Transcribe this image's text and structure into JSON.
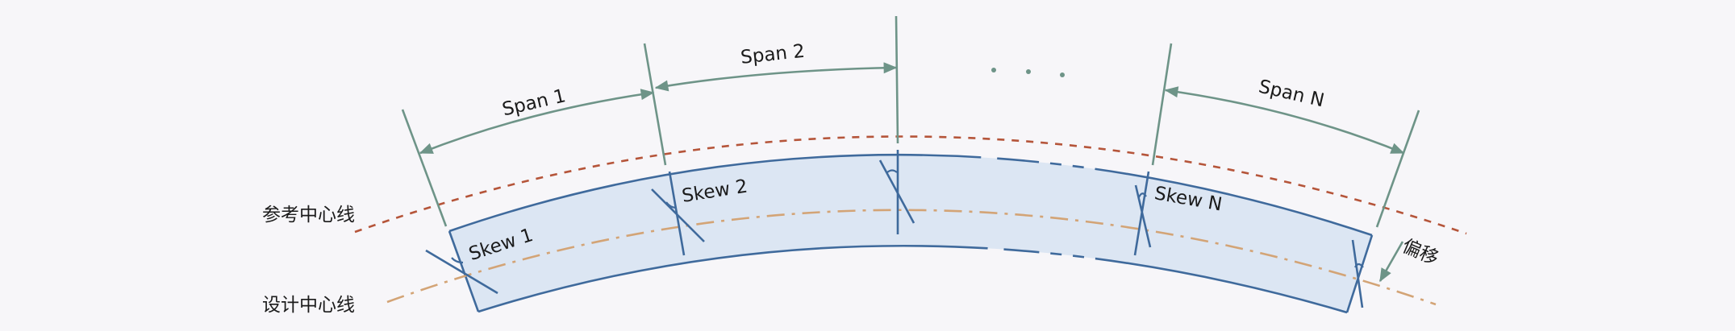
{
  "labels": {
    "reference_centerline": "参考中心线",
    "design_centerline": "设计中心线",
    "offset": "偏移",
    "span_1": "Span 1",
    "span_2": "Span 2",
    "span_n": "Span N",
    "skew_1": "Skew 1",
    "skew_2": "Skew 2",
    "skew_n": "Skew N"
  },
  "colors": {
    "background": "#f7f6f9",
    "deck_fill": "#dce6f3",
    "deck_outline": "#3f6a9c",
    "reference_line": "#b5553a",
    "design_line": "#d3a476",
    "dimension": "#6e9488",
    "text": "#1b1b1b"
  }
}
